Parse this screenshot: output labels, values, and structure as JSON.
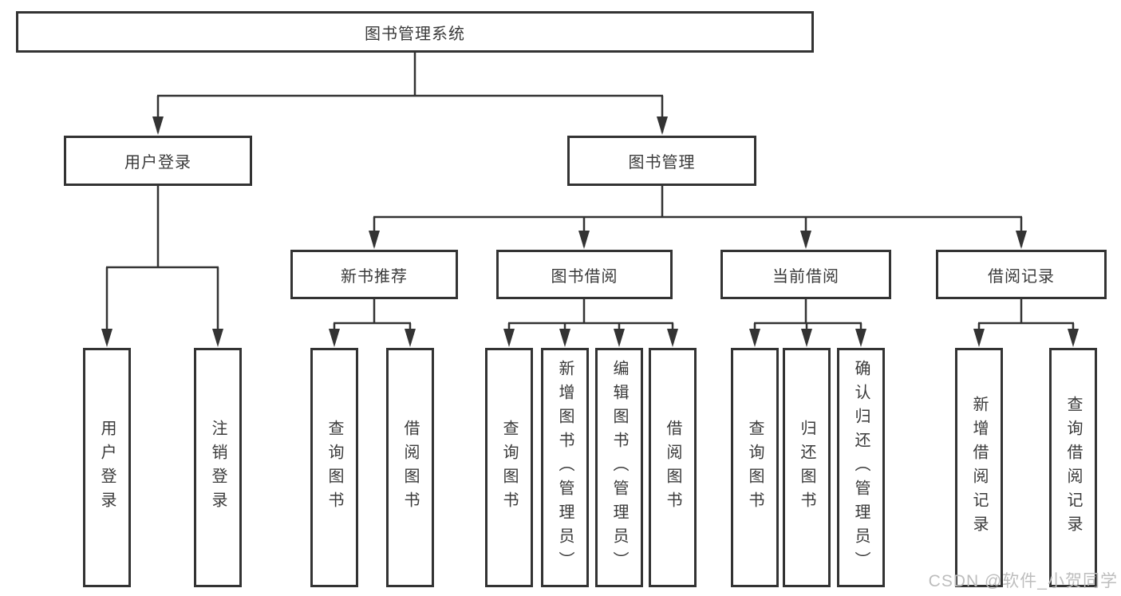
{
  "diagram": {
    "title": "图书管理系统",
    "nodes": {
      "root": {
        "label": "图书管理系统"
      },
      "children": [
        {
          "label": "用户登录",
          "children": [
            {
              "label": "用户登录"
            },
            {
              "label": "注销登录"
            }
          ]
        },
        {
          "label": "图书管理",
          "children": [
            {
              "label": "新书推荐",
              "children": [
                {
                  "label": "查询图书"
                },
                {
                  "label": "借阅图书"
                }
              ]
            },
            {
              "label": "图书借阅",
              "children": [
                {
                  "label": "查询图书"
                },
                {
                  "label": "新增图书（管理员）"
                },
                {
                  "label": "编辑图书（管理员）"
                },
                {
                  "label": "借阅图书"
                }
              ]
            },
            {
              "label": "当前借阅",
              "children": [
                {
                  "label": "查询图书"
                },
                {
                  "label": "归还图书"
                },
                {
                  "label": "确认归还（管理员）"
                }
              ]
            },
            {
              "label": "借阅记录",
              "children": [
                {
                  "label": "新增借阅记录"
                },
                {
                  "label": "查询借阅记录"
                }
              ]
            }
          ]
        }
      ]
    }
  },
  "colors": {
    "line": "#333333",
    "box_border": "#333333",
    "text": "#3a3a3a",
    "watermark": "#bdbdbd",
    "background": "#ffffff"
  },
  "watermark": {
    "text": "CSDN @软件_小贺同学"
  }
}
